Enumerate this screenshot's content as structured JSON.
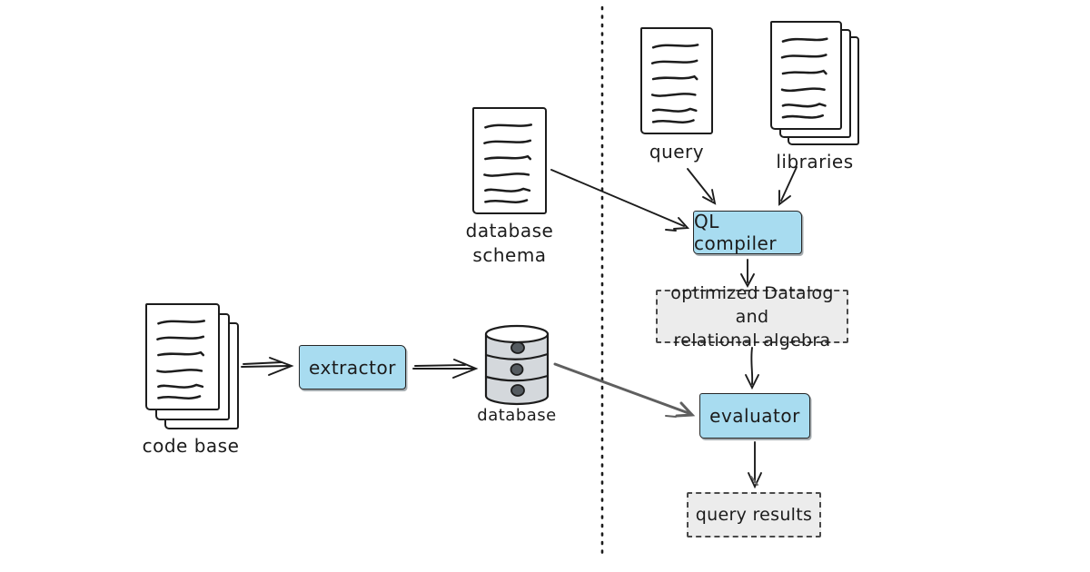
{
  "diagram": {
    "kind": "hand-drawn architecture diagram",
    "divider": {
      "orientation": "vertical",
      "style": "dotted"
    },
    "colors": {
      "background": "#ffffff",
      "ink": "#1c1c1c",
      "process_fill": "#a8dcf0",
      "artifact_fill": "#ececec",
      "artifact_border": "#4a4a4a",
      "datastore_fill": "#d4d8dc",
      "heavy_arrow": "#5f5f5f"
    },
    "nodes": {
      "code_base": {
        "type": "document-stack",
        "label": "code base"
      },
      "extractor": {
        "type": "process",
        "label": "extractor"
      },
      "database": {
        "type": "datastore",
        "label": "database"
      },
      "database_schema": {
        "type": "document",
        "lines": [
          "database",
          "schema"
        ]
      },
      "query": {
        "type": "document",
        "label": "query"
      },
      "libraries": {
        "type": "document-stack",
        "label": "libraries"
      },
      "ql_compiler": {
        "type": "process",
        "label": "QL compiler"
      },
      "optimized_datalog": {
        "type": "artifact",
        "lines": [
          "optimized Datalog and",
          "relational algebra"
        ]
      },
      "evaluator": {
        "type": "process",
        "label": "evaluator"
      },
      "query_results": {
        "type": "artifact",
        "label": "query results"
      }
    },
    "edges": [
      {
        "from": "code_base",
        "to": "extractor"
      },
      {
        "from": "extractor",
        "to": "database"
      },
      {
        "from": "database_schema",
        "to": "ql_compiler"
      },
      {
        "from": "query",
        "to": "ql_compiler"
      },
      {
        "from": "libraries",
        "to": "ql_compiler"
      },
      {
        "from": "ql_compiler",
        "to": "optimized_datalog"
      },
      {
        "from": "optimized_datalog",
        "to": "evaluator"
      },
      {
        "from": "database",
        "to": "evaluator"
      },
      {
        "from": "evaluator",
        "to": "query_results"
      }
    ]
  }
}
